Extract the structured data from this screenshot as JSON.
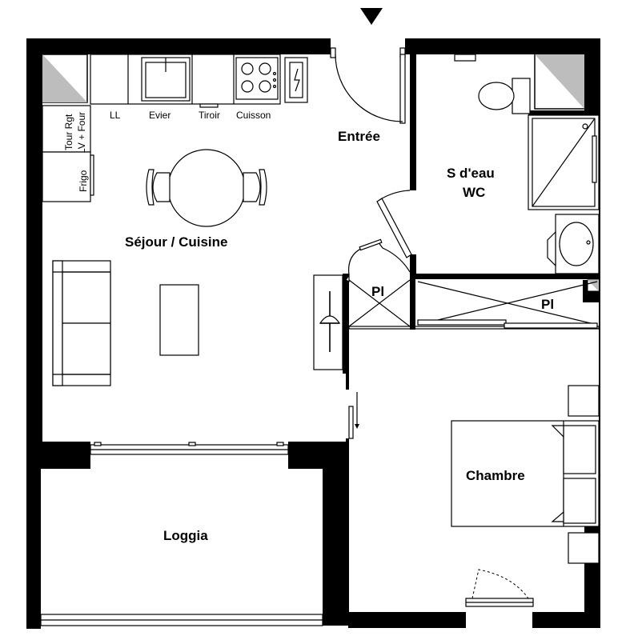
{
  "rooms": {
    "entree": "Entrée",
    "sdeau_line1": "S d'eau",
    "sdeau_line2": "WC",
    "sejour": "Séjour / Cuisine",
    "chambre": "Chambre",
    "loggia": "Loggia",
    "placard_1": "Pl",
    "placard_2": "Pl"
  },
  "kitchen_labels": {
    "ll": "LL",
    "evier": "Evier",
    "tiroir": "Tiroir",
    "cuisson": "Cuisson",
    "tour_line1": "Tour Rgt",
    "tour_line2": "LV + Four",
    "frigo": "Frigo"
  },
  "colors": {
    "wall": "#000000",
    "shaft": "#bdbdbd",
    "background": "#ffffff"
  }
}
